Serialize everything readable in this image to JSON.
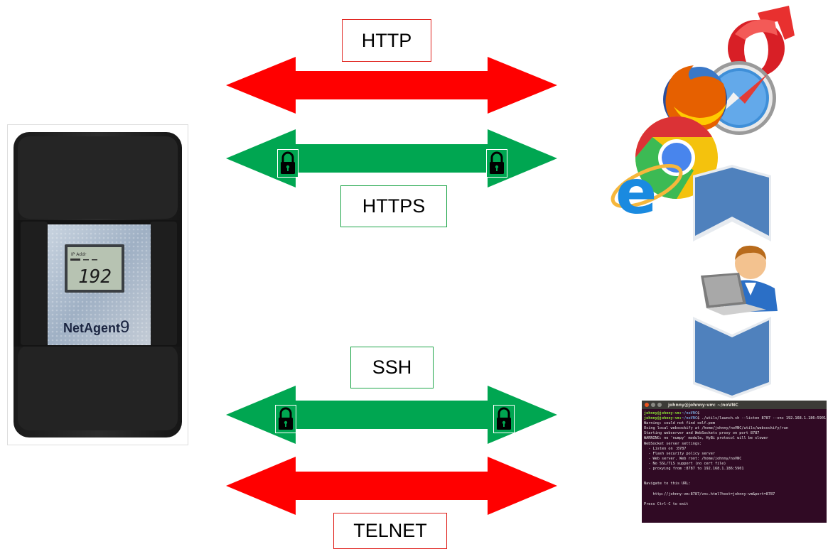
{
  "protocols": {
    "http": {
      "label": "HTTP",
      "secure": false,
      "color": "#ff0000"
    },
    "https": {
      "label": "HTTPS",
      "secure": true,
      "color": "#00a651"
    },
    "ssh": {
      "label": "SSH",
      "secure": true,
      "color": "#00a651"
    },
    "telnet": {
      "label": "TELNET",
      "secure": false,
      "color": "#ff0000"
    }
  },
  "device": {
    "brand": "NetAgent",
    "model_number": "9",
    "lcd_value": "192",
    "lcd_caption": "IP Addr"
  },
  "clients": {
    "browser_icons": [
      "opera-icon",
      "safari-icon",
      "firefox-icon",
      "chrome-icon",
      "internet-explorer-icon"
    ],
    "user_icon": "user-laptop-icon"
  },
  "terminal": {
    "title": "johnny@johnny-vm: ~/noVNC",
    "lines": [
      {
        "prompt": "johnny@johnny-vm:",
        "path": "~/noVNC",
        "text": "$"
      },
      {
        "prompt": "johnny@johnny-vm:",
        "path": "~/noVNC",
        "text": "$ ./utils/launch.sh --listen 8787 --vnc 192.168.1.186:5901"
      },
      {
        "text": "Warning: could not find self.pem"
      },
      {
        "text": "Using local websockify at /home/johnny/noVNC/utils/websockify/run"
      },
      {
        "text": "Starting webserver and WebSockets proxy on port 8787"
      },
      {
        "text": "WARNING: no 'numpy' module, HyBi protocol will be slower"
      },
      {
        "text": "WebSocket server settings:"
      },
      {
        "text": "  - Listen on :8787"
      },
      {
        "text": "  - Flash security policy server"
      },
      {
        "text": "  - Web server. Web root: /home/johnny/noVNC"
      },
      {
        "text": "  - No SSL/TLS support (no cert file)"
      },
      {
        "text": "  - proxying from :8787 to 192.168.1.186:5901"
      },
      {
        "text": ""
      },
      {
        "text": ""
      },
      {
        "text": "Navigate to this URL:"
      },
      {
        "text": ""
      },
      {
        "text": "    http://johnny-vm:8787/vnc.html?host=johnny-vm&port=8787"
      },
      {
        "text": ""
      },
      {
        "text": "Press Ctrl-C to exit"
      }
    ]
  }
}
